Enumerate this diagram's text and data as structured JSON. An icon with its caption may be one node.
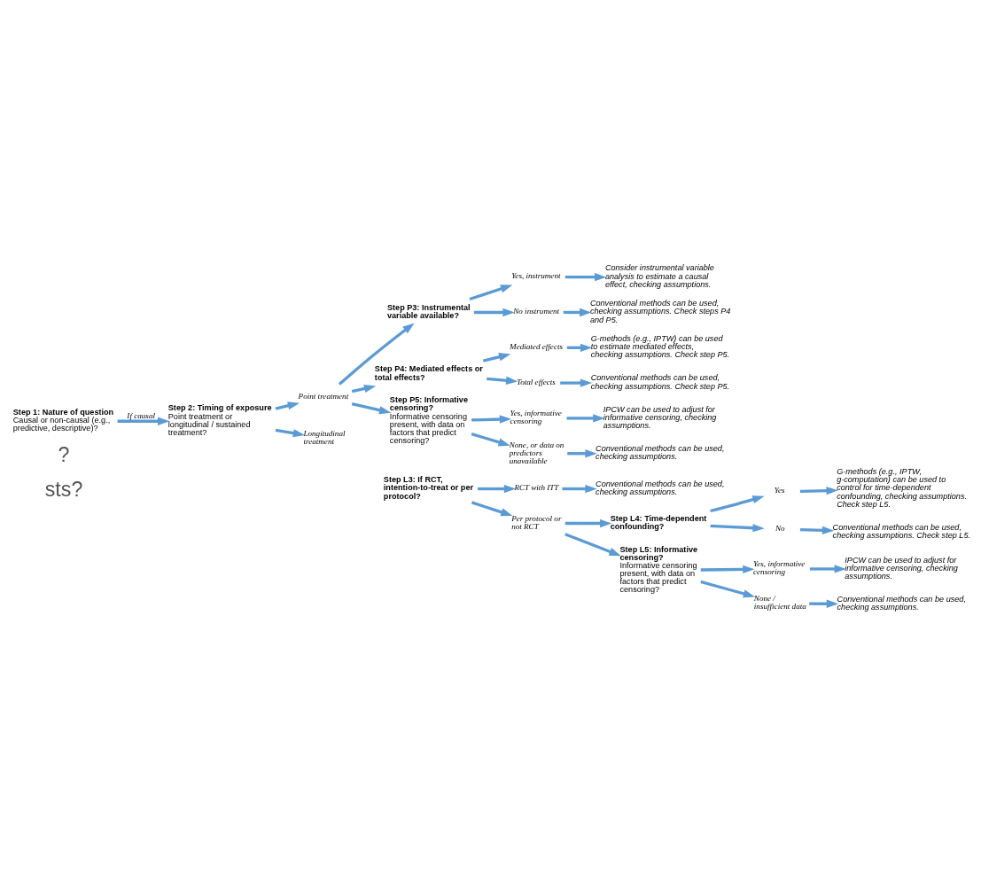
{
  "diagram": {
    "nodes": [
      {
        "text": [
          "Step 1: Nature of question",
          "Causal or non-causal (e.g., predictive, descriptive)?"
        ]
      },
      {
        "text": [
          "Step 2: Timing of exposure",
          "Point treatment or longitudinal / sustained treatment?"
        ]
      },
      {
        "text": [
          "Point treatment"
        ]
      },
      {
        "text": [
          "Longitudinal treatment"
        ]
      },
      {
        "text": [
          "Step P3: Instrumental variable available?"
        ]
      },
      {
        "text": [
          "Yes, instrument"
        ]
      },
      {
        "text": [
          "Consider instrumental variable analysis to estimate a causal effect, checking assumptions."
        ]
      },
      {
        "text": [
          "No instrument"
        ]
      },
      {
        "text": [
          "Conventional methods can be used, checking assumptions. Check steps P4 and P5."
        ]
      },
      {
        "text": [
          "Step P4: Mediated effects or total effects?"
        ]
      },
      {
        "text": [
          "Mediated effects"
        ]
      },
      {
        "text": [
          "G-methods (e.g., IPTW) can be used to estimate mediated effects, checking assumptions. Check step P5."
        ]
      },
      {
        "text": [
          "Total effects"
        ]
      },
      {
        "text": [
          "Conventional methods can be used, checking assumptions. Check step P5."
        ]
      },
      {
        "text": [
          "Step P5: Informative censoring?",
          "Informative censoring present, with data on factors that predict censoring?"
        ]
      },
      {
        "text": [
          "Yes, informative censoring"
        ]
      },
      {
        "text": [
          "IPCW can be used to adjust for informative censoring, checking assumptions."
        ]
      },
      {
        "text": [
          "None, or data on predictors unavailable"
        ]
      },
      {
        "text": [
          "Conventional methods can be used, checking assumptions."
        ]
      },
      {
        "text": [
          "Step L3: If RCT, intention-to-treat or per protocol?"
        ]
      },
      {
        "text": [
          "RCT with ITT"
        ]
      },
      {
        "text": [
          "Conventional methods can be used, checking assumptions."
        ]
      },
      {
        "text": [
          "Per protocol or not RCT"
        ]
      },
      {
        "text": [
          "Step L4: Time-dependent confounding?"
        ]
      },
      {
        "text": [
          "Yes"
        ]
      },
      {
        "text": [
          "G-methods (e.g., IPTW, g-computation) can be used to control for time-dependent confounding, checking assumptions. Check step L5."
        ]
      },
      {
        "text": [
          "No"
        ]
      },
      {
        "text": [
          "Conventional methods can be used, checking assumptions. Check step L5."
        ]
      },
      {
        "text": [
          "Step L5: Informative censoring?",
          "Informative censoring present, with data on factors that predict censoring?"
        ]
      },
      {
        "text": [
          "Yes, informative censoring"
        ]
      },
      {
        "text": [
          "IPCW can be used to adjust for informative censoring, checking assumptions."
        ]
      },
      {
        "text": [
          "None / insufficient data"
        ]
      },
      {
        "text": [
          "Conventional methods can be used, checking assumptions."
        ]
      }
    ],
    "edges": [
      {
        "from": 0,
        "to": 1,
        "arrow": "to",
        "label": "If causal"
      },
      {
        "from": 1,
        "to": 2,
        "arrow": "to"
      },
      {
        "from": 1,
        "to": 3,
        "arrow": "to"
      },
      {
        "from": 2,
        "to": 4,
        "arrow": "to"
      },
      {
        "from": 2,
        "to": 9,
        "arrow": "to"
      },
      {
        "from": 2,
        "to": 14,
        "arrow": "to"
      },
      {
        "from": 4,
        "to": 5,
        "arrow": "to"
      },
      {
        "from": 4,
        "to": 7,
        "arrow": "to"
      },
      {
        "from": 5,
        "to": 6,
        "arrow": "to"
      },
      {
        "from": 7,
        "to": 8,
        "arrow": "to"
      },
      {
        "from": 9,
        "to": 10,
        "arrow": "to"
      },
      {
        "from": 9,
        "to": 12,
        "arrow": "to"
      },
      {
        "from": 10,
        "to": 11,
        "arrow": "to"
      },
      {
        "from": 12,
        "to": 13,
        "arrow": "to"
      },
      {
        "from": 14,
        "to": 15,
        "arrow": "to"
      },
      {
        "from": 14,
        "to": 17,
        "arrow": "to"
      },
      {
        "from": 15,
        "to": 16,
        "arrow": "to"
      },
      {
        "from": 17,
        "to": 18,
        "arrow": "to"
      },
      {
        "from": 19,
        "to": 20,
        "arrow": "to"
      },
      {
        "from": 19,
        "to": 22,
        "arrow": "to"
      },
      {
        "from": 20,
        "to": 21,
        "arrow": "to"
      },
      {
        "from": 22,
        "to": 23,
        "arrow": "to"
      },
      {
        "from": 22,
        "to": 28,
        "arrow": "to"
      },
      {
        "from": 23,
        "to": 24,
        "arrow": "to"
      },
      {
        "from": 23,
        "to": 26,
        "arrow": "to"
      },
      {
        "from": 24,
        "to": 25,
        "arrow": "to"
      },
      {
        "from": 26,
        "to": 27,
        "arrow": "to"
      },
      {
        "from": 28,
        "to": 29,
        "arrow": "to"
      },
      {
        "from": 28,
        "to": 31,
        "arrow": "to"
      },
      {
        "from": 29,
        "to": 30,
        "arrow": "to"
      },
      {
        "from": 31,
        "to": 32,
        "arrow": "to"
      }
    ],
    "labels": [
      "sts?",
      "?"
    ]
  }
}
